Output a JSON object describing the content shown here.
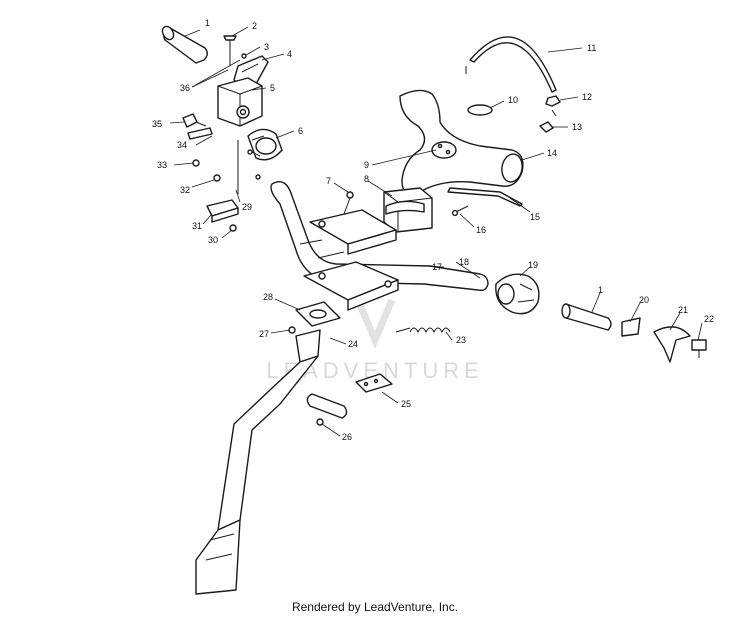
{
  "watermark": {
    "text": "LEADVENTURE"
  },
  "footer": {
    "credit": "Rendered by LeadVenture, Inc."
  },
  "callouts": [
    {
      "id": "c1a",
      "label": "1"
    },
    {
      "id": "c2",
      "label": "2"
    },
    {
      "id": "c3",
      "label": "3"
    },
    {
      "id": "c4",
      "label": "4"
    },
    {
      "id": "c36",
      "label": "36"
    },
    {
      "id": "c5",
      "label": "5"
    },
    {
      "id": "c35",
      "label": "35"
    },
    {
      "id": "c34",
      "label": "34"
    },
    {
      "id": "c6",
      "label": "6"
    },
    {
      "id": "c33",
      "label": "33"
    },
    {
      "id": "c32",
      "label": "32"
    },
    {
      "id": "c29",
      "label": "29"
    },
    {
      "id": "c31",
      "label": "31"
    },
    {
      "id": "c30",
      "label": "30"
    },
    {
      "id": "c7",
      "label": "7"
    },
    {
      "id": "c8",
      "label": "8"
    },
    {
      "id": "c9",
      "label": "9"
    },
    {
      "id": "c10",
      "label": "10"
    },
    {
      "id": "c11",
      "label": "11"
    },
    {
      "id": "c12",
      "label": "12"
    },
    {
      "id": "c13",
      "label": "13"
    },
    {
      "id": "c14",
      "label": "14"
    },
    {
      "id": "c15",
      "label": "15"
    },
    {
      "id": "c16",
      "label": "16"
    },
    {
      "id": "c17",
      "label": "17"
    },
    {
      "id": "c18",
      "label": "18"
    },
    {
      "id": "c19",
      "label": "19"
    },
    {
      "id": "c1b",
      "label": "1"
    },
    {
      "id": "c20",
      "label": "20"
    },
    {
      "id": "c21",
      "label": "21"
    },
    {
      "id": "c22",
      "label": "22"
    },
    {
      "id": "c28",
      "label": "28"
    },
    {
      "id": "c27",
      "label": "27"
    },
    {
      "id": "c24",
      "label": "24"
    },
    {
      "id": "c23",
      "label": "23"
    },
    {
      "id": "c25",
      "label": "25"
    },
    {
      "id": "c26",
      "label": "26"
    }
  ]
}
